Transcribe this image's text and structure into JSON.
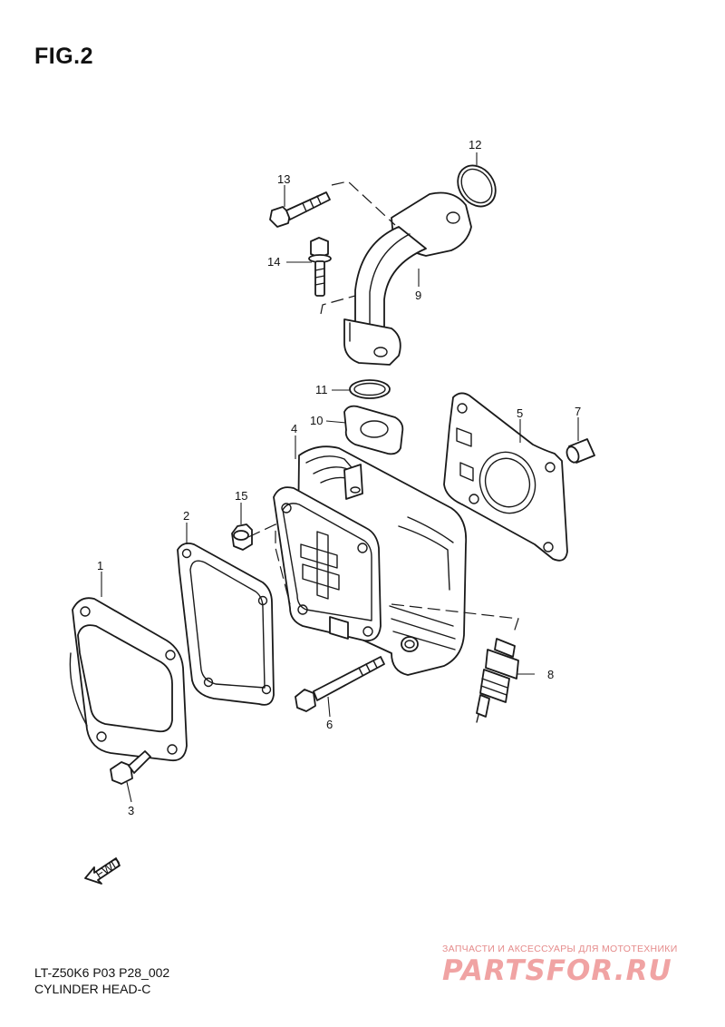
{
  "figure": {
    "title": "FIG.2"
  },
  "callouts": [
    "1",
    "2",
    "3",
    "4",
    "5",
    "6",
    "7",
    "8",
    "9",
    "10",
    "11",
    "12",
    "13",
    "14",
    "15"
  ],
  "fwd_label": "FWD",
  "footer": {
    "code": "LT-Z50K6 P03 P28_002",
    "name": "CYLINDER HEAD-C"
  },
  "watermark": {
    "tagline": "ЗАПЧАСТИ И АКСЕССУАРЫ ДЛЯ МОТОТЕХНИКИ",
    "logo": "PARTSFOR.RU"
  }
}
